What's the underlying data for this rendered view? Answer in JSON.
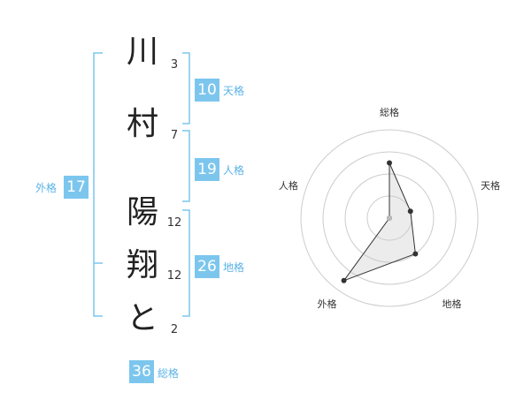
{
  "name_chars": [
    {
      "char": "川",
      "strokes": "3"
    },
    {
      "char": "村",
      "strokes": "7"
    },
    {
      "char": "陽",
      "strokes": "12"
    },
    {
      "char": "翔",
      "strokes": "12"
    },
    {
      "char": "と",
      "strokes": "2"
    }
  ],
  "kaku": {
    "ten": {
      "value": "10",
      "label": "天格"
    },
    "jin": {
      "value": "19",
      "label": "人格"
    },
    "chi": {
      "value": "26",
      "label": "地格"
    },
    "gai": {
      "value": "17",
      "label": "外格"
    },
    "so": {
      "value": "36",
      "label": "総格"
    }
  },
  "colors": {
    "accent": "#7cc6ee",
    "bracket": "#7cc6ee",
    "label": "#5bb3e8"
  },
  "chart_data": {
    "type": "radar",
    "axes": [
      "総格",
      "天格",
      "地格",
      "外格",
      "人格"
    ],
    "rings": 4,
    "max": 4,
    "values": [
      2.5,
      1,
      2,
      3.5,
      0
    ]
  }
}
